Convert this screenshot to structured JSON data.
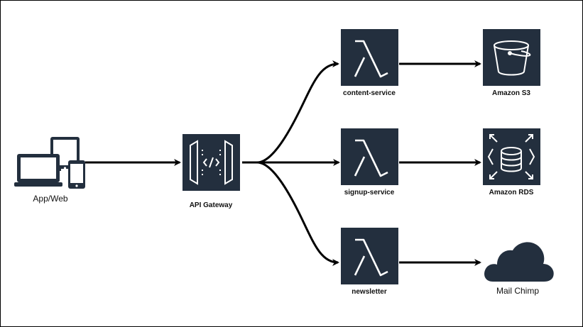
{
  "colors": {
    "service_bg": "#232f3e",
    "icon_fg": "#ffffff",
    "arrow": "#000000",
    "device": "#232f3e"
  },
  "nodes": {
    "client": {
      "label": "App/Web",
      "icon": "devices-icon"
    },
    "gateway": {
      "label": "API Gateway",
      "icon": "api-gateway-icon"
    },
    "content_service": {
      "label": "content-service",
      "icon": "lambda-icon"
    },
    "signup_service": {
      "label": "signup-service",
      "icon": "lambda-icon"
    },
    "newsletter": {
      "label": "newsletter",
      "icon": "lambda-icon"
    },
    "s3": {
      "label": "Amazon S3",
      "icon": "bucket-icon"
    },
    "rds": {
      "label": "Amazon RDS",
      "icon": "database-icon"
    },
    "mailchimp": {
      "label": "Mail Chimp",
      "icon": "cloud-icon"
    }
  },
  "edges": [
    {
      "from": "App/Web",
      "to": "API Gateway"
    },
    {
      "from": "API Gateway",
      "to": "content-service"
    },
    {
      "from": "API Gateway",
      "to": "signup-service"
    },
    {
      "from": "API Gateway",
      "to": "newsletter"
    },
    {
      "from": "content-service",
      "to": "Amazon S3"
    },
    {
      "from": "signup-service",
      "to": "Amazon RDS"
    },
    {
      "from": "newsletter",
      "to": "Mail Chimp"
    }
  ]
}
